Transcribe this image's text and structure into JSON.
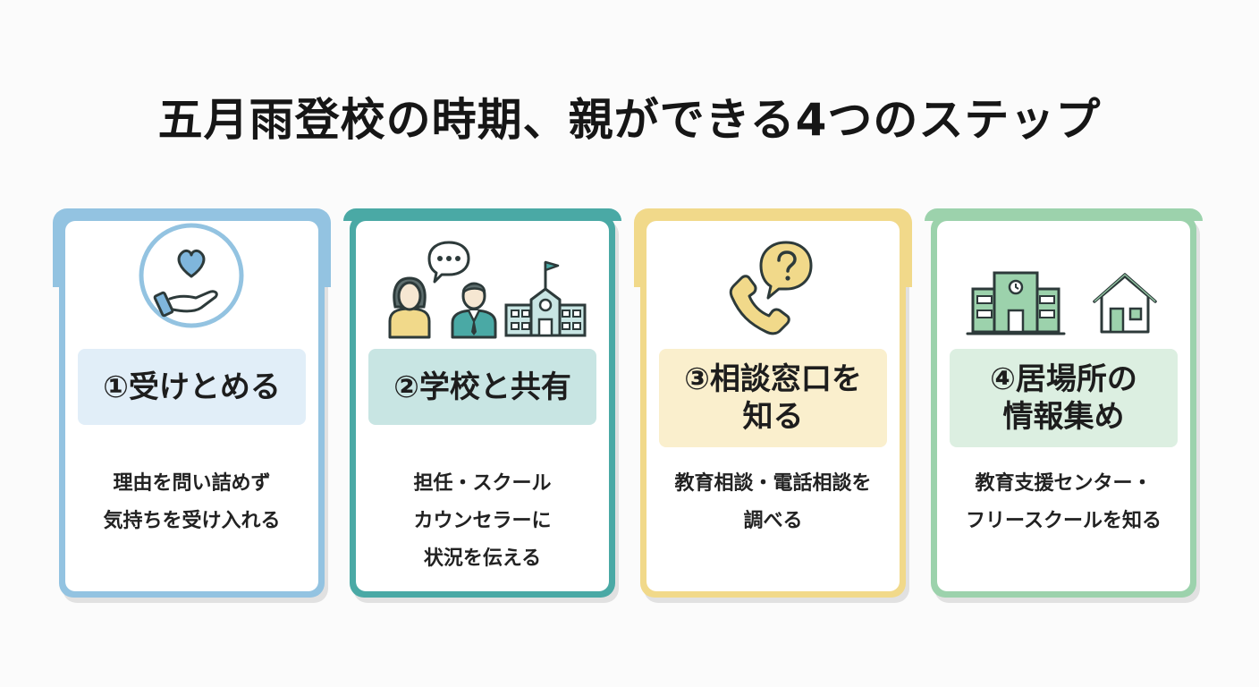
{
  "title": "五月雨登校の時期、親ができる4つのステップ",
  "colors": {
    "step1": "#93c3e1",
    "step2": "#4aa9a5",
    "step3": "#f1d98a",
    "step4": "#9cd2ac",
    "icon_stroke": "#2d3a3a"
  },
  "steps": [
    {
      "label_lines": [
        "①受けとめる"
      ],
      "desc_lines": [
        "理由を問い詰めず",
        "気持ちを受け入れる"
      ],
      "icons": [
        "hand-heart-icon"
      ]
    },
    {
      "label_lines": [
        "②学校と共有"
      ],
      "desc_lines": [
        "担任・スクール",
        "カウンセラーに",
        "状況を伝える"
      ],
      "icons": [
        "parent-icon",
        "teacher-icon",
        "speech-bubble-icon",
        "school-building-icon"
      ]
    },
    {
      "label_lines": [
        "③相談窓口を",
        "知る"
      ],
      "desc_lines": [
        "教育相談・電話相談を",
        "調べる"
      ],
      "icons": [
        "phone-icon",
        "question-bubble-icon"
      ]
    },
    {
      "label_lines": [
        "④居場所の",
        "情報集め"
      ],
      "desc_lines": [
        "教育支援センター・",
        "フリースクールを知る"
      ],
      "icons": [
        "support-center-building-icon",
        "house-icon"
      ]
    }
  ]
}
